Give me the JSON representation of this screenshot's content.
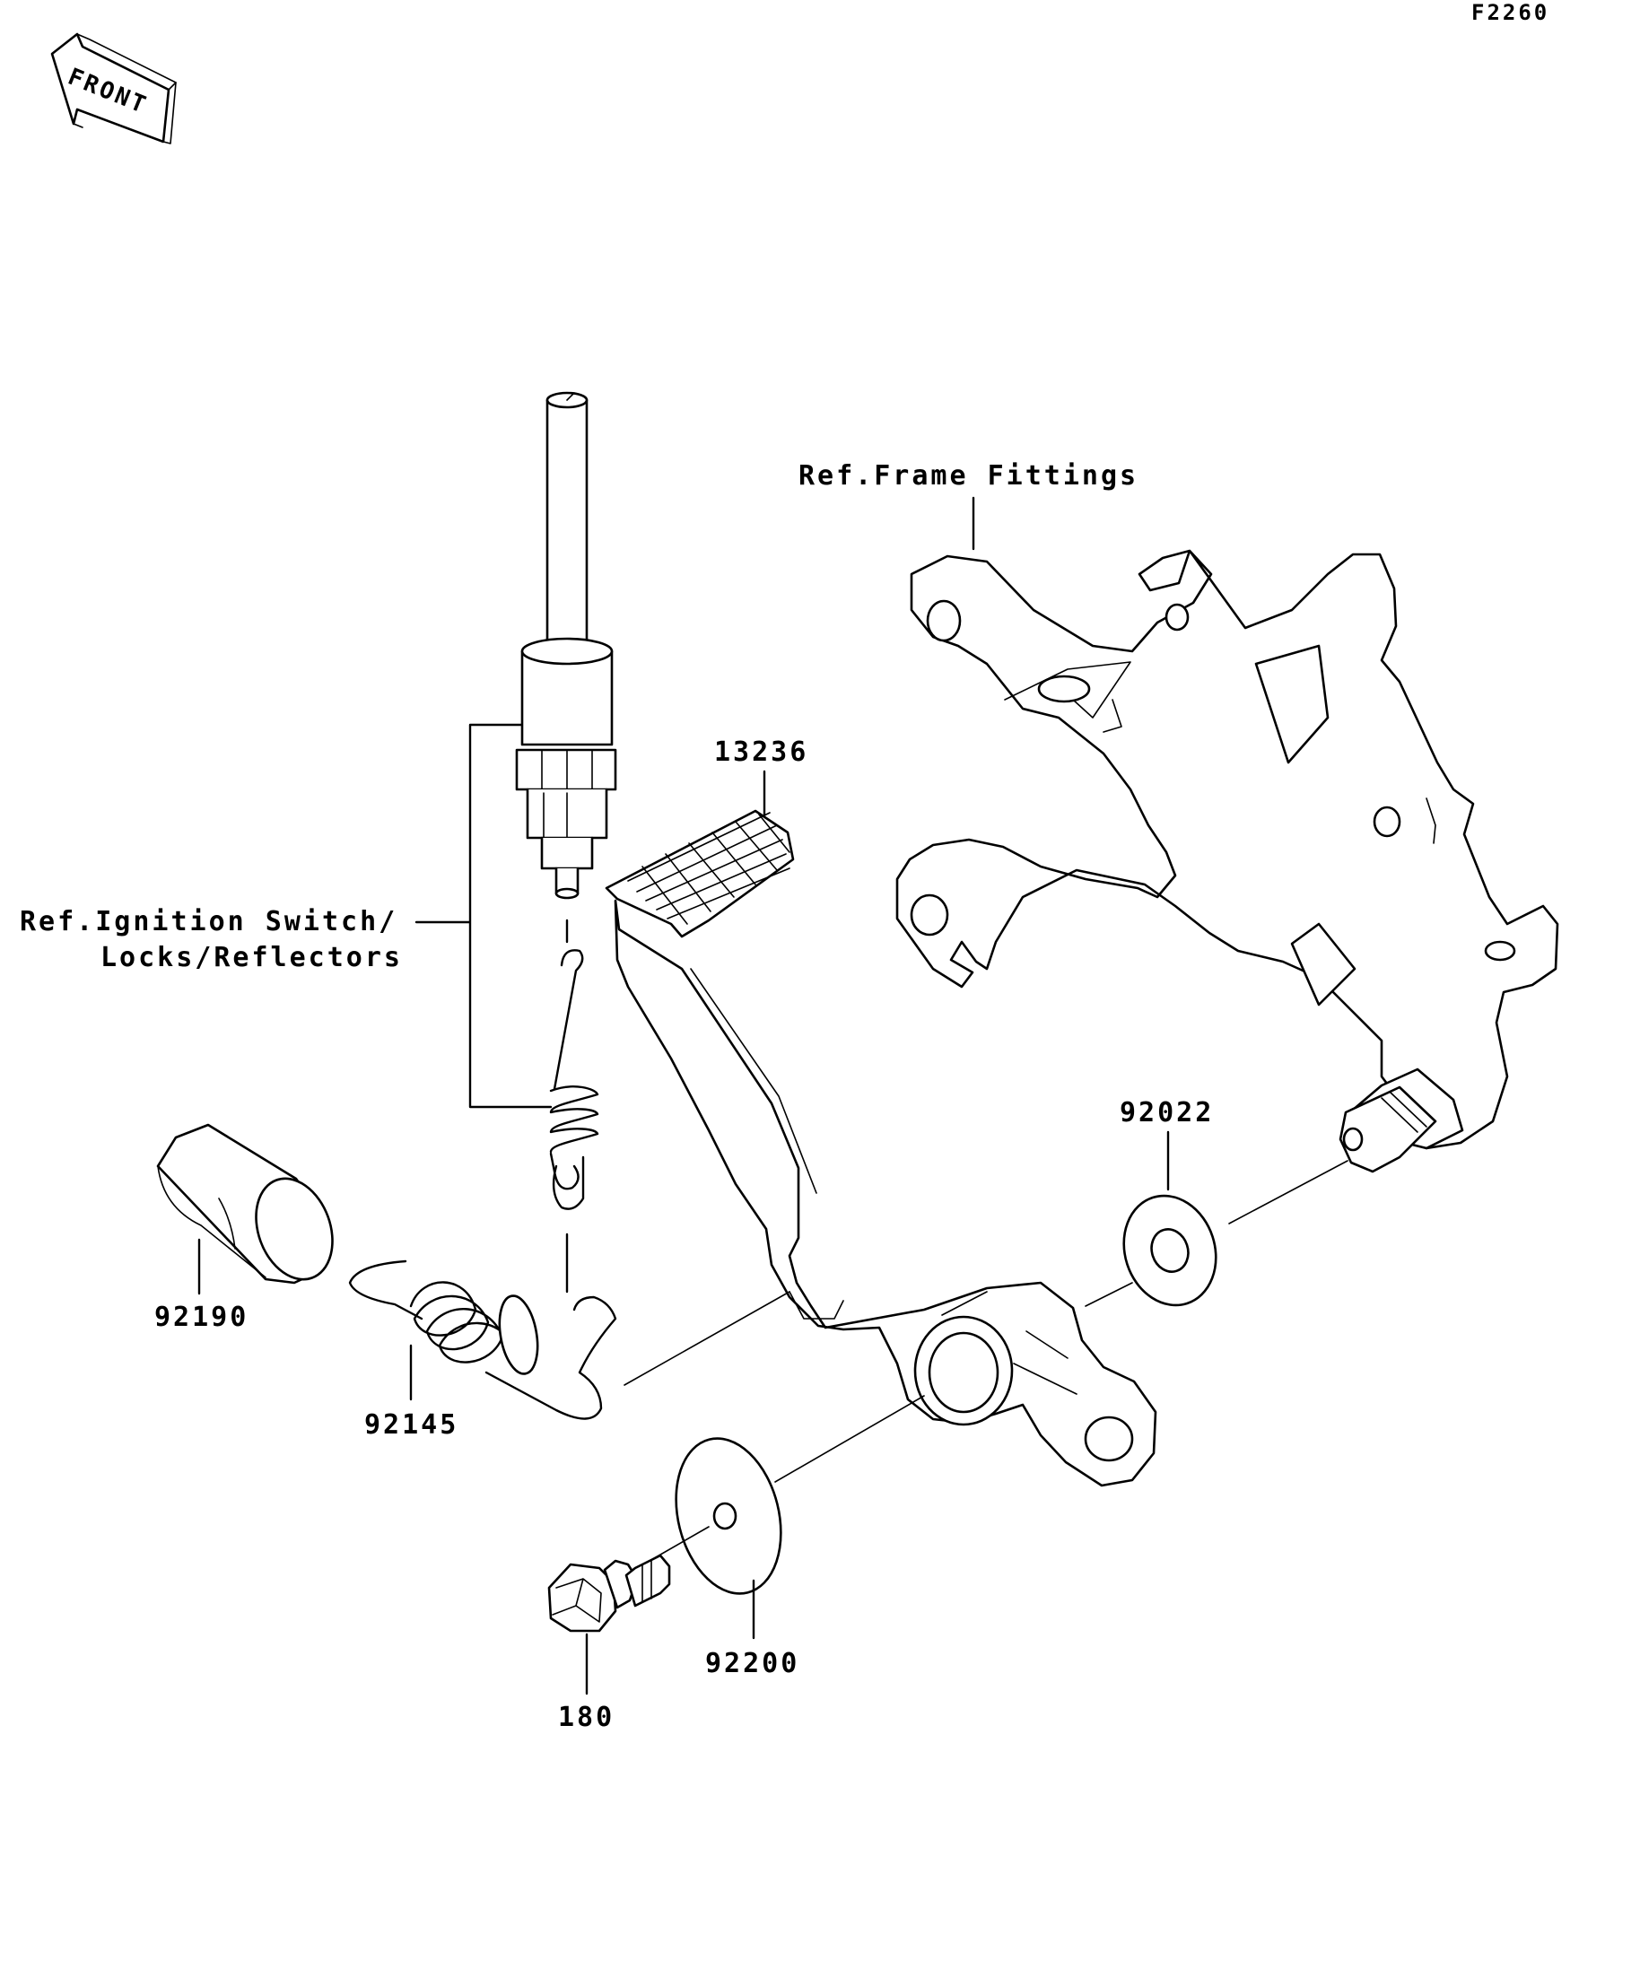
{
  "diagram_id": "F2260",
  "front_marker": "FRONT",
  "references": {
    "frame": "Ref.Frame Fittings",
    "ignition_line1": "Ref.Ignition Switch/",
    "ignition_line2": "Locks/Reflectors"
  },
  "parts": {
    "pedal_pad": "13236",
    "collar": "92190",
    "spring": "92145",
    "washer_right": "92022",
    "washer_plate": "92200",
    "bolt": "180"
  }
}
